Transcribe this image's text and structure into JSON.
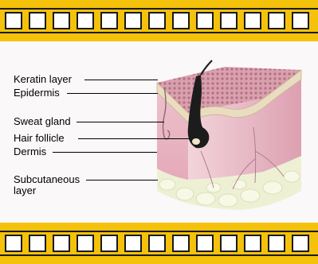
{
  "labels": {
    "keratin": "Keratin layer",
    "epidermis": "Epidermis",
    "sweat_gland": "Sweat gland",
    "hair_follicle": "Hair follicle",
    "dermis": "Dermis",
    "subcutaneous_line1": "Subcutaneous",
    "subcutaneous_line2": "layer"
  },
  "colors": {
    "film": "#f4c20a",
    "film_border": "#1a1a1a",
    "keratin_surface": "#d9a0ae",
    "epidermis": "#e9dcc0",
    "dermis": "#eec2cc",
    "dermis_dark": "#d892a6",
    "subcutaneous": "#eef0d4",
    "hair": "#1c1c1c"
  }
}
